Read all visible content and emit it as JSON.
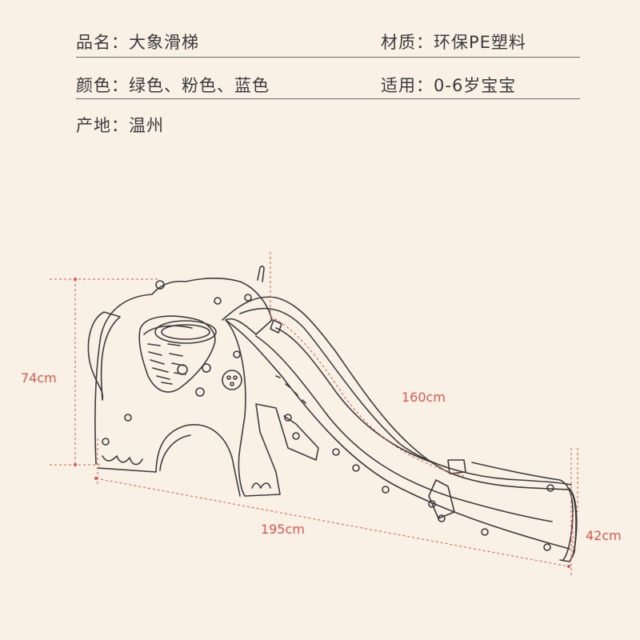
{
  "specs": {
    "name": "品名：大象滑梯",
    "material": "材质：环保PE塑料",
    "color": "颜色：绿色、粉色、蓝色",
    "age": "适用：0-6岁宝宝",
    "origin": "产地：温州"
  },
  "dimensions": {
    "height": "74cm",
    "slide_length": "160cm",
    "total_length": "195cm",
    "width": "42cm"
  },
  "colors": {
    "background": "#faf1e6",
    "line": "#3d3d3d",
    "dimension": "#e0584f"
  }
}
